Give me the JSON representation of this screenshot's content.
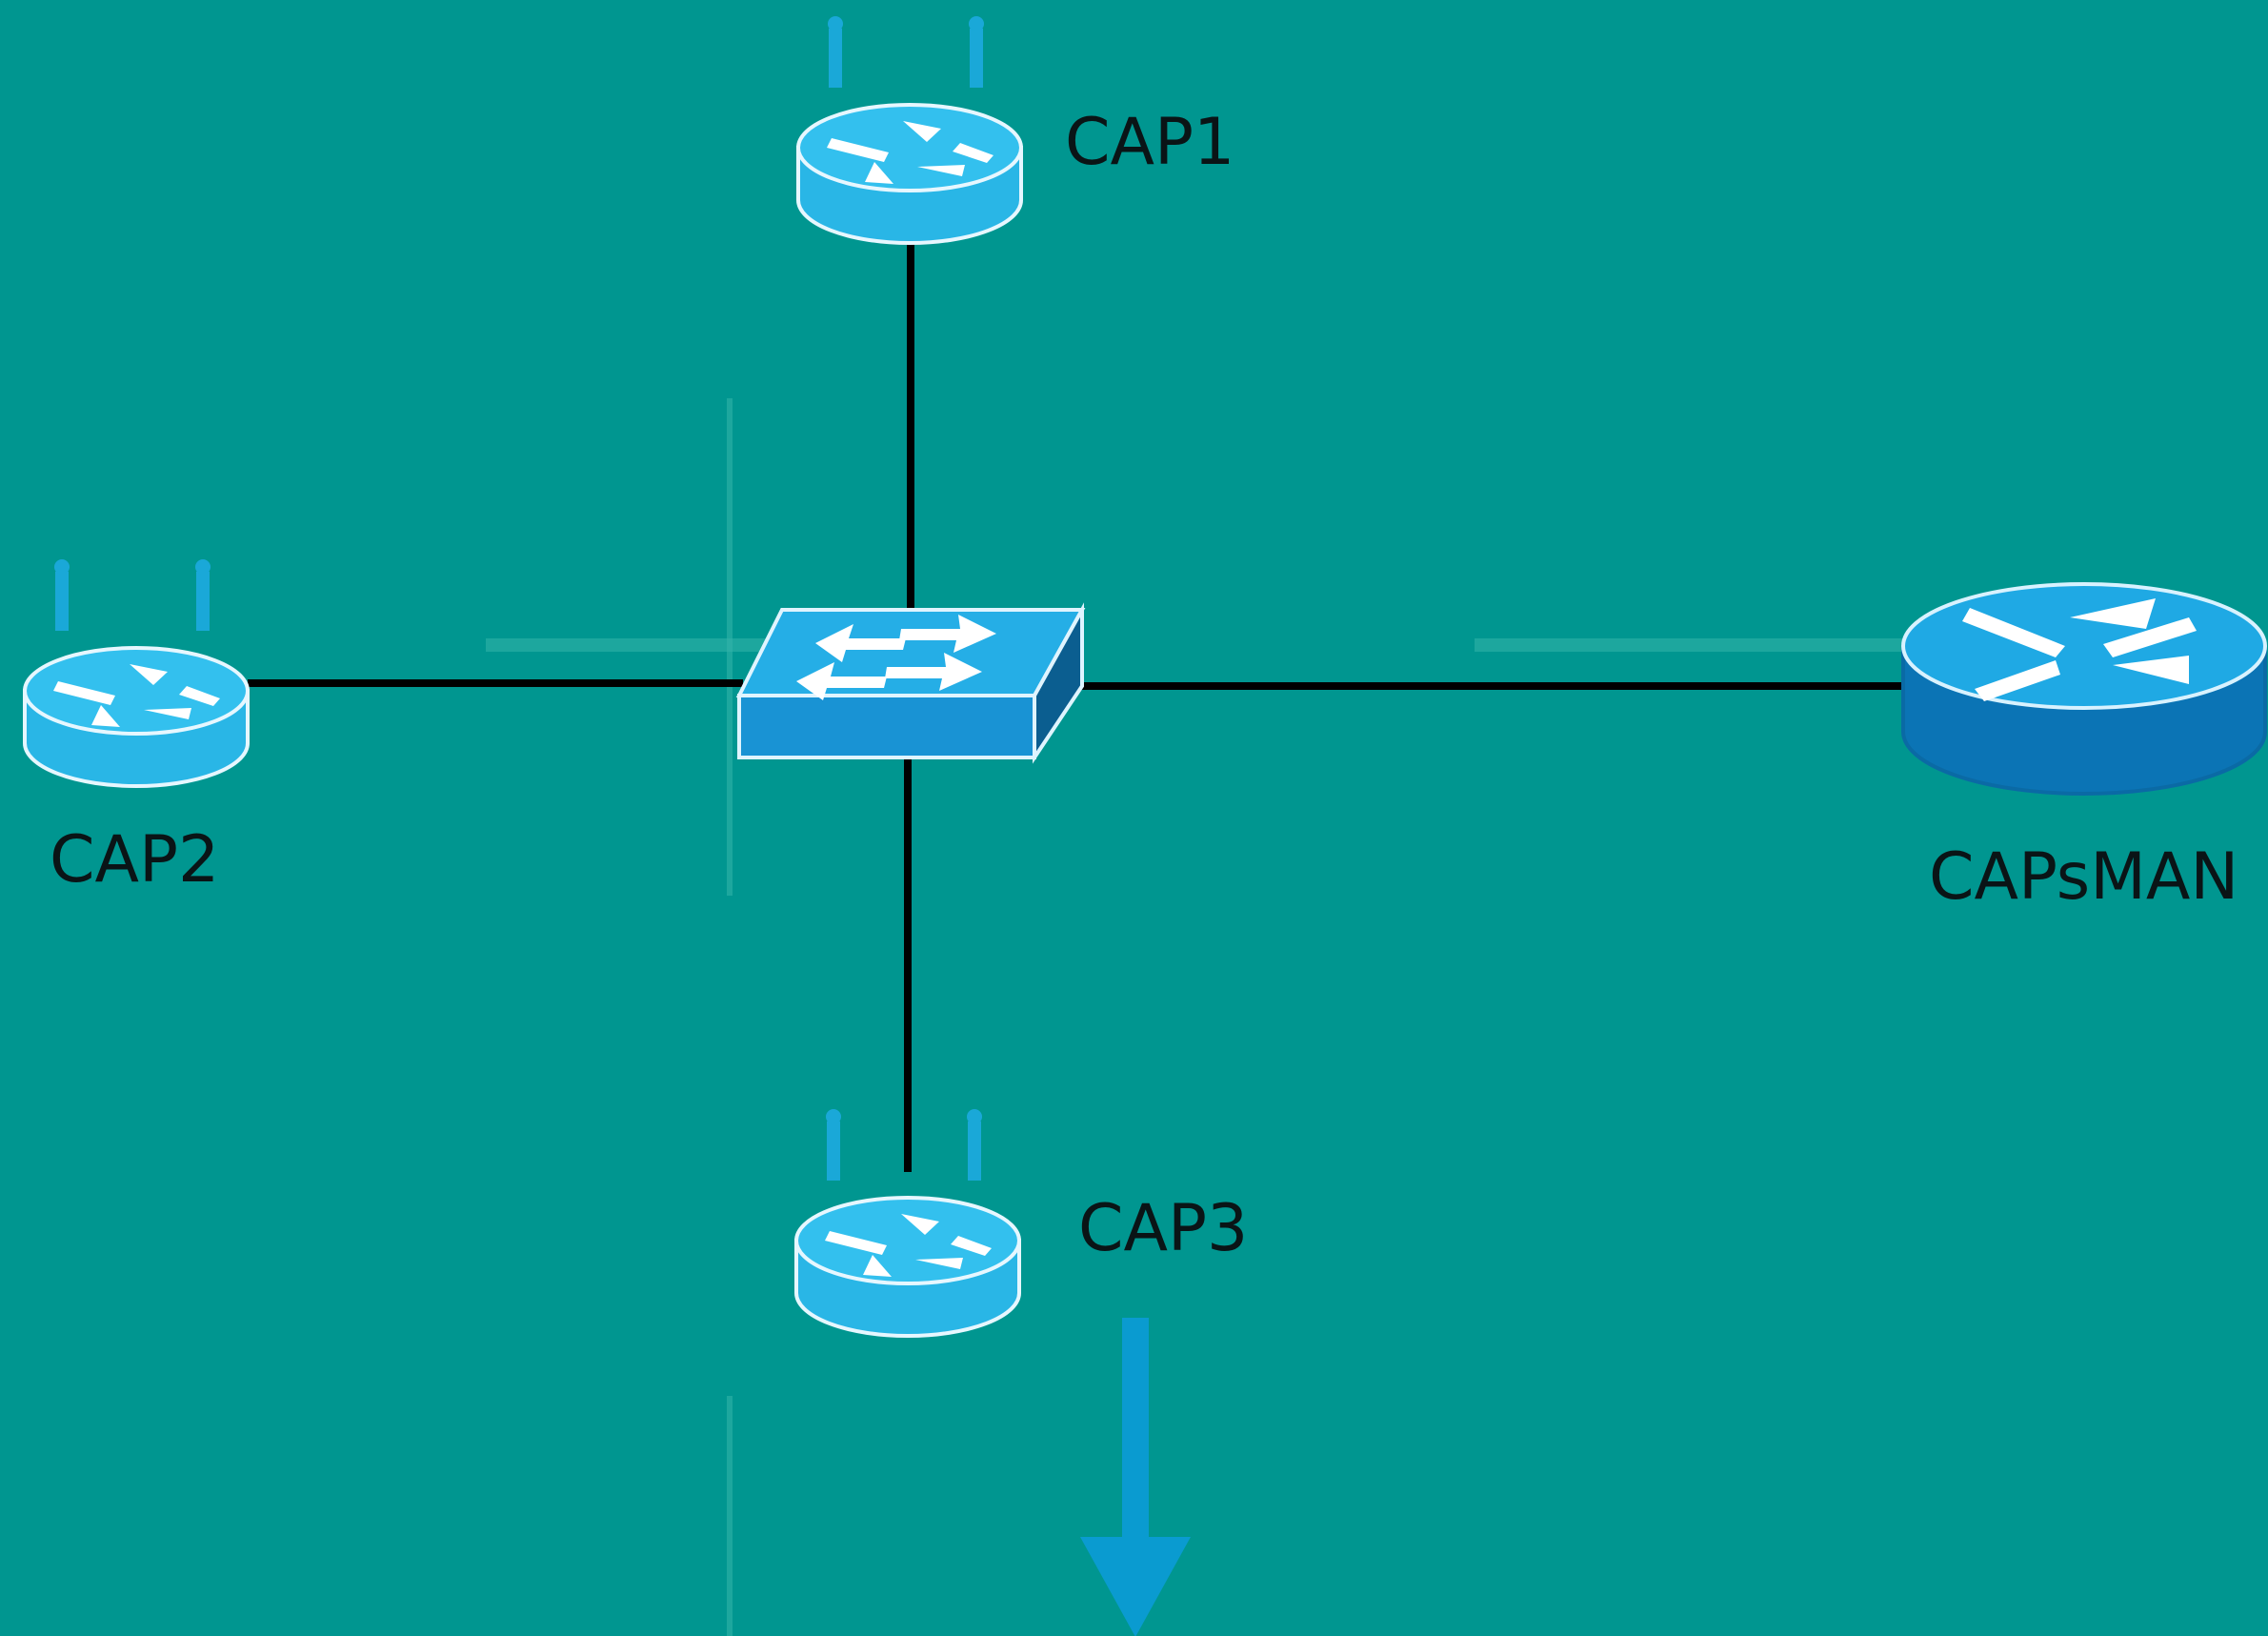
{
  "colors": {
    "background": "#009690",
    "ap_light": "#29b6e6",
    "controller_dark": "#0b74b5",
    "switch_blue": "#1e9ad6",
    "link": "#000000",
    "arrow": "#0a9bd0"
  },
  "nodes": {
    "cap1": {
      "label": "CAP1",
      "icon": "wireless-router-icon"
    },
    "cap2": {
      "label": "CAP2",
      "icon": "wireless-router-icon"
    },
    "cap3": {
      "label": "CAP3",
      "icon": "wireless-router-icon"
    },
    "capsman": {
      "label": "CAPsMAN",
      "icon": "router-icon"
    },
    "switch": {
      "label": "",
      "icon": "switch-icon"
    }
  },
  "arrow": {
    "icon": "arrow-down-icon"
  }
}
